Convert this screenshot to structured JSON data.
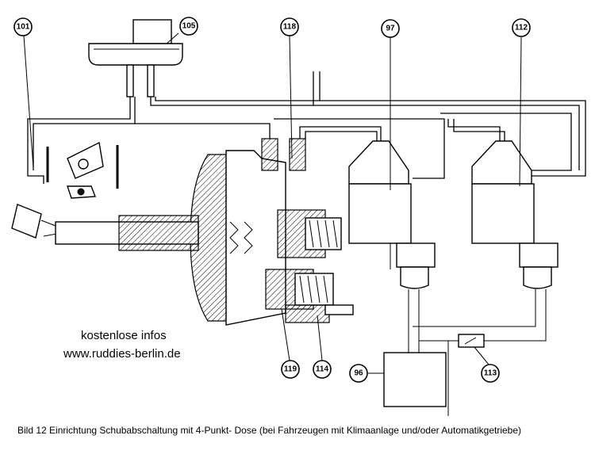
{
  "callouts": {
    "c101": "101",
    "c105": "105",
    "c118": "118",
    "c97": "97",
    "c112": "112",
    "c119": "119",
    "c114": "114",
    "c96": "96",
    "c113": "113"
  },
  "watermark": {
    "line1": "kostenlose infos",
    "line2": "www.ruddies-berlin.de"
  },
  "caption": "Bild 12 Einrichtung   Schubabschaltung   mit   4-Punkt- Dose (bei Fahrzeugen mit Klimaanlage und/oder Automatikgetriebe)"
}
